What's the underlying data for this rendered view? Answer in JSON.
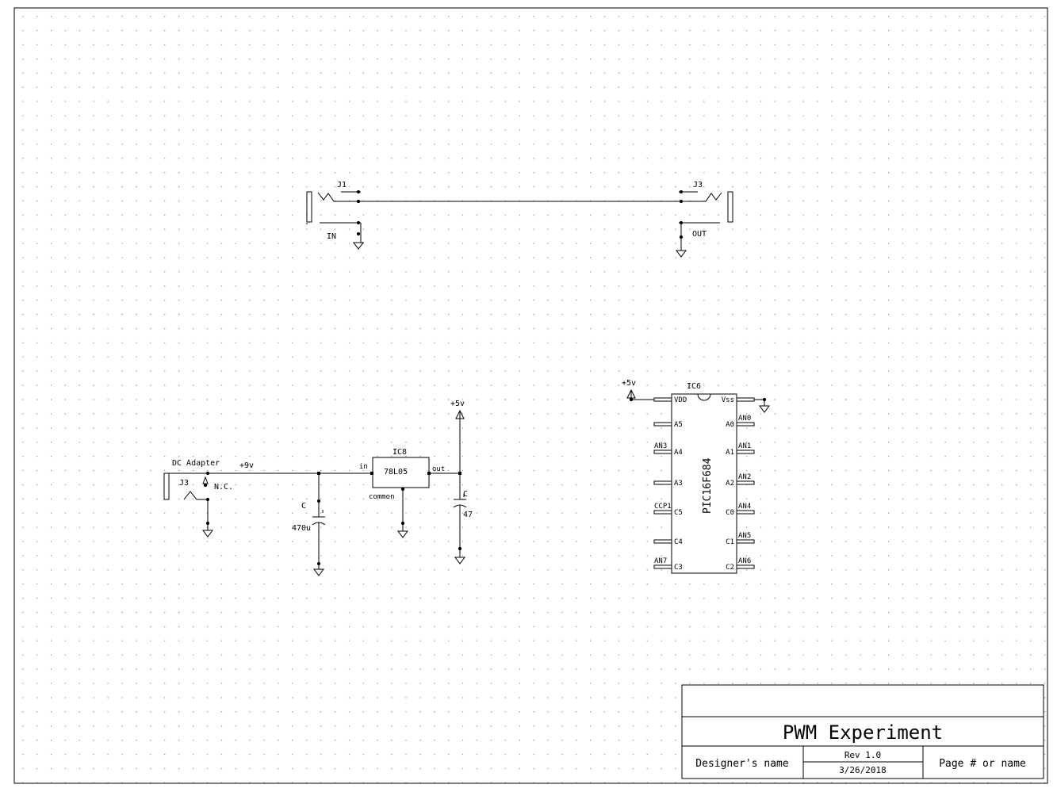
{
  "title_block": {
    "title": "PWM Experiment",
    "designer": "Designer's name",
    "revision": "Rev 1.0",
    "date": "3/26/2018",
    "page": "Page # or name"
  },
  "jacks": {
    "input": {
      "ref": "J1",
      "label": "IN"
    },
    "output": {
      "ref": "J3",
      "label": "OUT"
    }
  },
  "power": {
    "adapter_label": "DC Adapter",
    "adapter_ref": "J3",
    "nc_label": "N.C.",
    "rail_in": "+9v",
    "cap1_ref": "C",
    "cap1_value": "470u",
    "regulator_ref": "IC8",
    "regulator_part": "78L05",
    "reg_in": "in",
    "reg_out": "out",
    "reg_common": "common",
    "rail_out": "+5v",
    "cap2_ref": "C",
    "cap2_value": "47"
  },
  "mcu": {
    "ref": "IC6",
    "part": "PIC16F684",
    "supply": "+5v",
    "left_pins": [
      {
        "pin": "VDD",
        "net": ""
      },
      {
        "pin": "A5",
        "net": ""
      },
      {
        "pin": "A4",
        "net": "AN3"
      },
      {
        "pin": "A3",
        "net": ""
      },
      {
        "pin": "C5",
        "net": "CCP1"
      },
      {
        "pin": "C4",
        "net": ""
      },
      {
        "pin": "C3",
        "net": "AN7"
      }
    ],
    "right_pins": [
      {
        "pin": "Vss",
        "net": ""
      },
      {
        "pin": "A0",
        "net": "AN0"
      },
      {
        "pin": "A1",
        "net": "AN1"
      },
      {
        "pin": "A2",
        "net": "AN2"
      },
      {
        "pin": "C0",
        "net": "AN4"
      },
      {
        "pin": "C1",
        "net": "AN5"
      },
      {
        "pin": "C2",
        "net": "AN6"
      }
    ]
  }
}
